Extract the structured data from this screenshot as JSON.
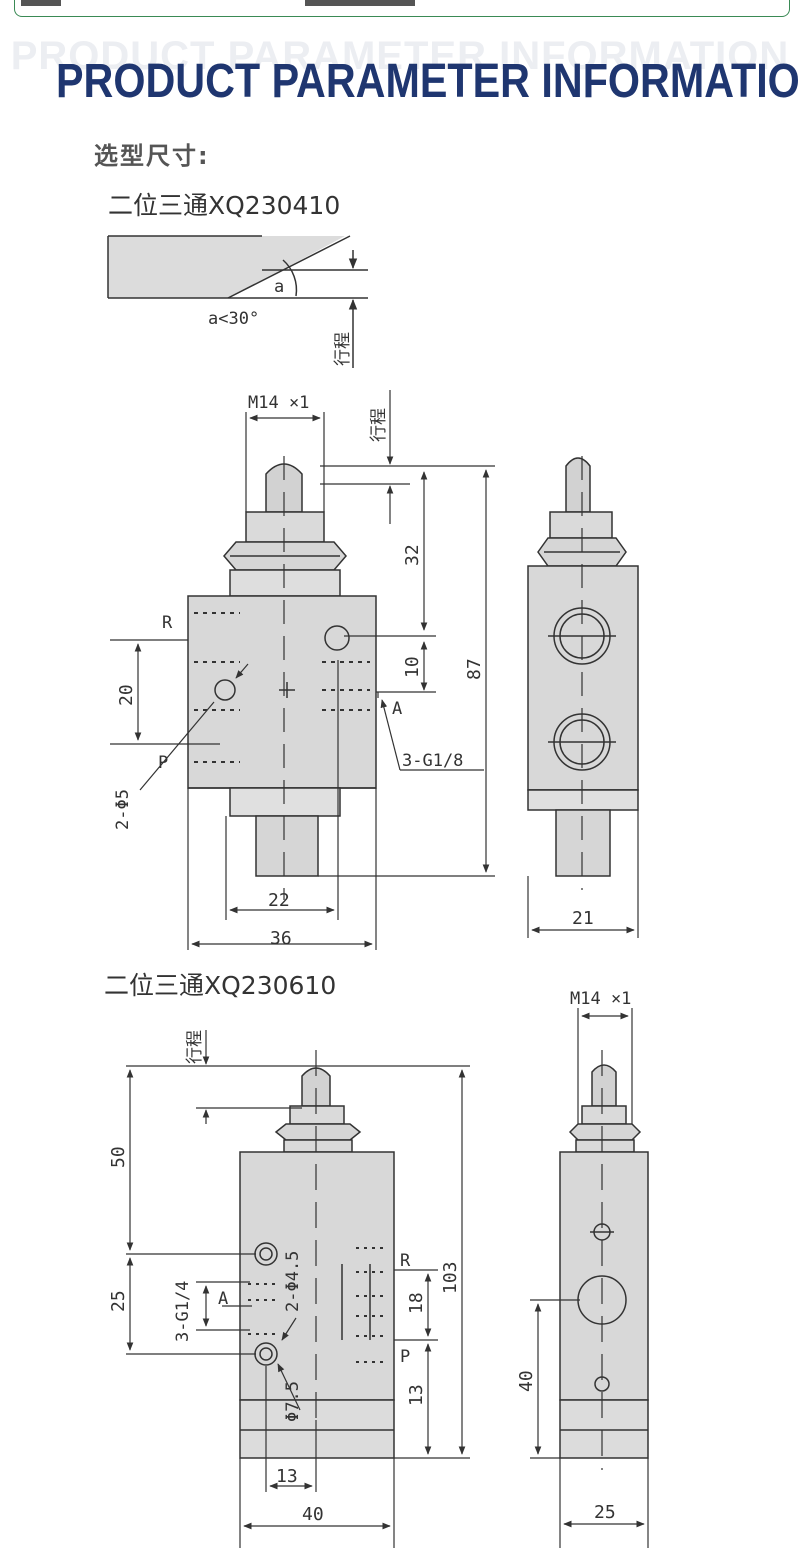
{
  "heading": {
    "ghost": "PRODUCT PARAMETER INFORMATION",
    "title": "PRODUCT PARAMETER INFORMATION"
  },
  "section_label": "选型尺寸:",
  "model_1": {
    "name": "二位三通XQ230410",
    "angle_note": "a<30°",
    "angle_symbol": "a",
    "stroke_label": "行程",
    "thread": "M14 ×1",
    "port_R": "R",
    "port_A": "A",
    "port_P": "P",
    "ports_thread": "3-G1/8",
    "holes": "2-Φ5",
    "dim_32": "32",
    "dim_10": "10",
    "dim_87": "87",
    "dim_20": "20",
    "dim_22": "22",
    "dim_36": "36",
    "dim_21": "21"
  },
  "model_2": {
    "name": "二位三通XQ230610",
    "stroke_label": "行程",
    "thread": "M14 ×1",
    "port_R": "R",
    "port_A": "A",
    "port_P": "P",
    "ports_thread": "3-G1/4",
    "holes": "2-Φ4.5",
    "hole_dia": "Φ7.5",
    "dim_50": "50",
    "dim_25": "25",
    "dim_18": "18",
    "dim_13": "13",
    "dim_103": "103",
    "dim_40_side": "40",
    "dim_13_bottom": "13",
    "dim_40": "40",
    "dim_25_side": "25"
  }
}
